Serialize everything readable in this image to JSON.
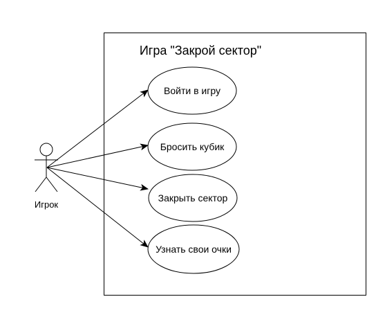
{
  "system": {
    "title": "Игра \"Закрой сектор\""
  },
  "actor": {
    "name": "Игрок"
  },
  "use_cases": [
    {
      "label": "Войти в игру"
    },
    {
      "label": "Бросить кубик"
    },
    {
      "label": "Закрыть сектор"
    },
    {
      "label": "Узнать свои очки"
    }
  ],
  "associations": [
    {
      "from": "Игрок",
      "to": "Войти в игру"
    },
    {
      "from": "Игрок",
      "to": "Бросить кубик"
    },
    {
      "from": "Игрок",
      "to": "Закрыть сектор"
    },
    {
      "from": "Игрок",
      "to": "Узнать свои очки"
    }
  ]
}
